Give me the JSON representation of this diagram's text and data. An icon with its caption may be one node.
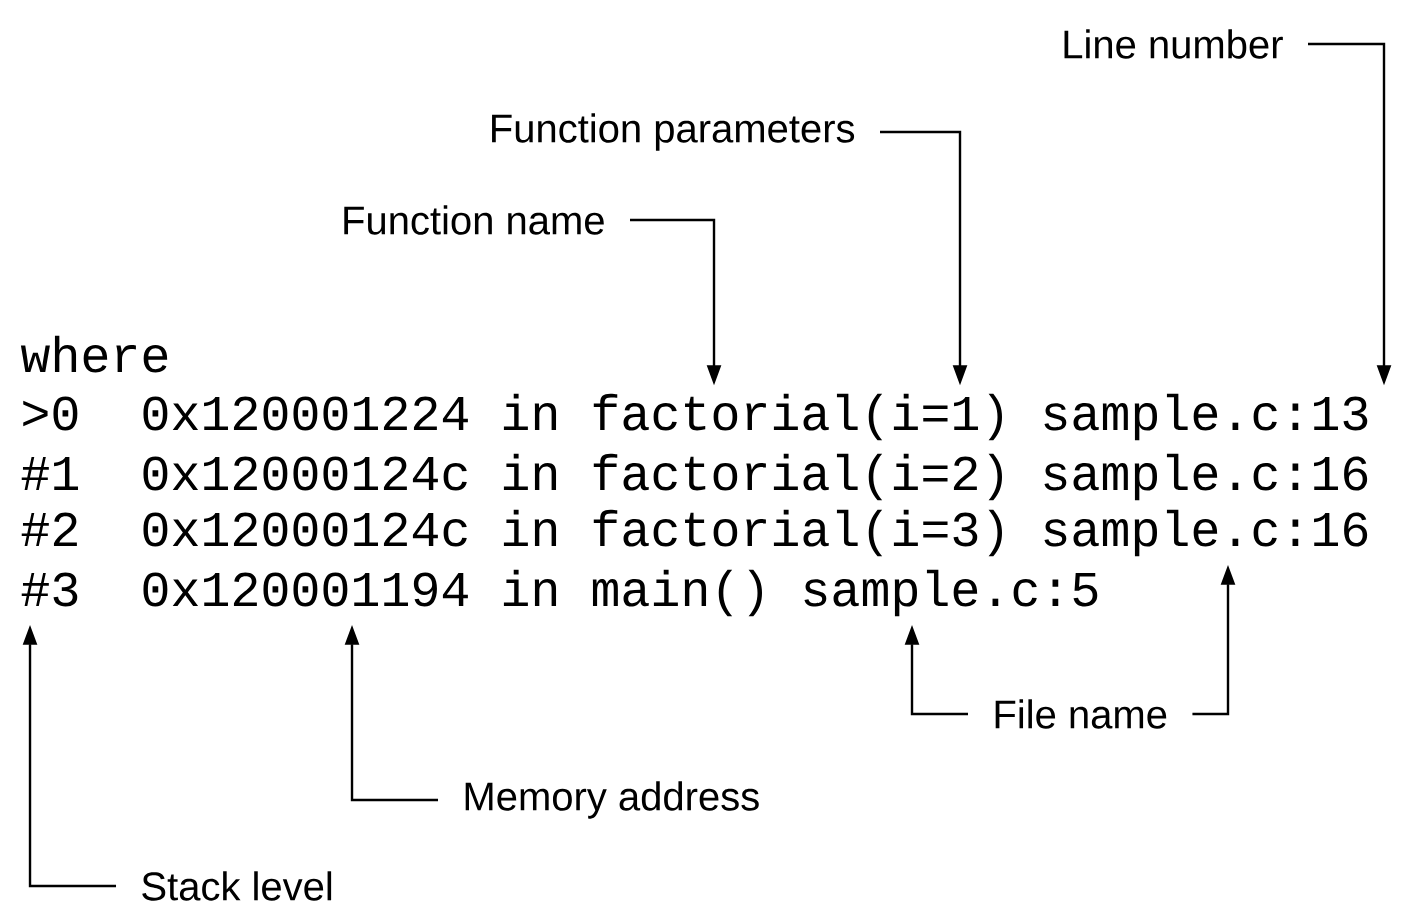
{
  "diagram": {
    "nodes": [
      {
        "text": [
          "Line number"
        ]
      },
      {
        "text": [
          "Function parameters"
        ]
      },
      {
        "text": [
          "Function name"
        ]
      },
      {
        "text": [
          "File name"
        ]
      },
      {
        "text": [
          "Memory address"
        ]
      },
      {
        "text": [
          "Stack level"
        ]
      },
      {
        "text": [
          ">0  0x120001224 in factorial(i=1) sample.c:13"
        ]
      },
      {
        "text": [
          "#1  0x12000124c in factorial(i=2) sample.c:16"
        ]
      },
      {
        "text": [
          "#2  0x12000124c in factorial(i=3) sample.c:16"
        ]
      },
      {
        "text": [
          "#3  0x120001194 in main() sample.c:5"
        ]
      }
    ],
    "edges": [
      {
        "from": 0,
        "to": 6,
        "arrow": "to"
      },
      {
        "from": 1,
        "to": 6,
        "arrow": "to"
      },
      {
        "from": 2,
        "to": 6,
        "arrow": "to"
      },
      {
        "from": 3,
        "to": 9,
        "arrow": "to"
      },
      {
        "from": 3,
        "to": 8,
        "arrow": "to"
      },
      {
        "from": 4,
        "to": 9,
        "arrow": "to"
      },
      {
        "from": 5,
        "to": 9,
        "arrow": "to"
      }
    ],
    "labels": [
      "where"
    ]
  }
}
